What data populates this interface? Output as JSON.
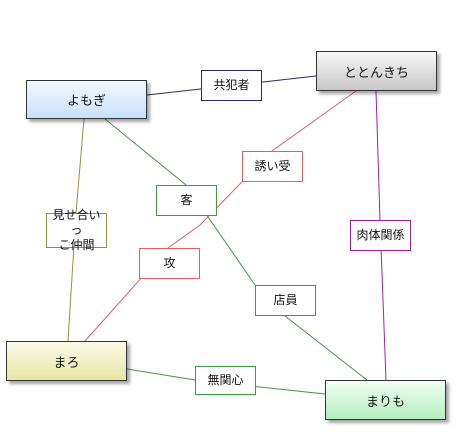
{
  "nodes": [
    {
      "id": "yomogi",
      "label": "よもぎ",
      "gradient": [
        "#f4f9ff",
        "#c9e0fb"
      ],
      "border": "#333333"
    },
    {
      "id": "totonkichi",
      "label": "ととんきち",
      "gradient": [
        "#f7f7f7",
        "#c7c7c7"
      ],
      "border": "#333333"
    },
    {
      "id": "maro",
      "label": "まろ",
      "gradient": [
        "#fbfbea",
        "#e7e6a6"
      ],
      "border": "#333333"
    },
    {
      "id": "marimo",
      "label": "まりも",
      "gradient": [
        "#f1fff3",
        "#b4f0bf"
      ],
      "border": "#333333"
    }
  ],
  "edges": [
    {
      "id": "kyohansha",
      "from": "yomogi",
      "to": "totonkichi",
      "label": "共犯者",
      "color": "#2a2a6a"
    },
    {
      "id": "kyaku",
      "from": "yomogi",
      "to": "marimo",
      "label": "客",
      "color": "#3f9a3f"
    },
    {
      "id": "miseai",
      "from": "yomogi",
      "to": "maro",
      "label": "見せ合いっ\nこ仲間",
      "color": "#9a9040"
    },
    {
      "id": "sasoiuke",
      "from": "totonkichi",
      "to": "maro",
      "label": "誘い受",
      "color": "#e06060"
    },
    {
      "id": "seme",
      "from": "totonkichi",
      "to": "maro",
      "label": "攻",
      "color": "#e06060"
    },
    {
      "id": "nikutai",
      "from": "totonkichi",
      "to": "marimo",
      "label": "肉体関係",
      "color": "#a020a0"
    },
    {
      "id": "tenin",
      "from": "yomogi",
      "to": "marimo",
      "label": "店員",
      "color": "#3f9a3f"
    },
    {
      "id": "mukanshin",
      "from": "maro",
      "to": "marimo",
      "label": "無関心",
      "color": "#3f9a3f"
    }
  ]
}
